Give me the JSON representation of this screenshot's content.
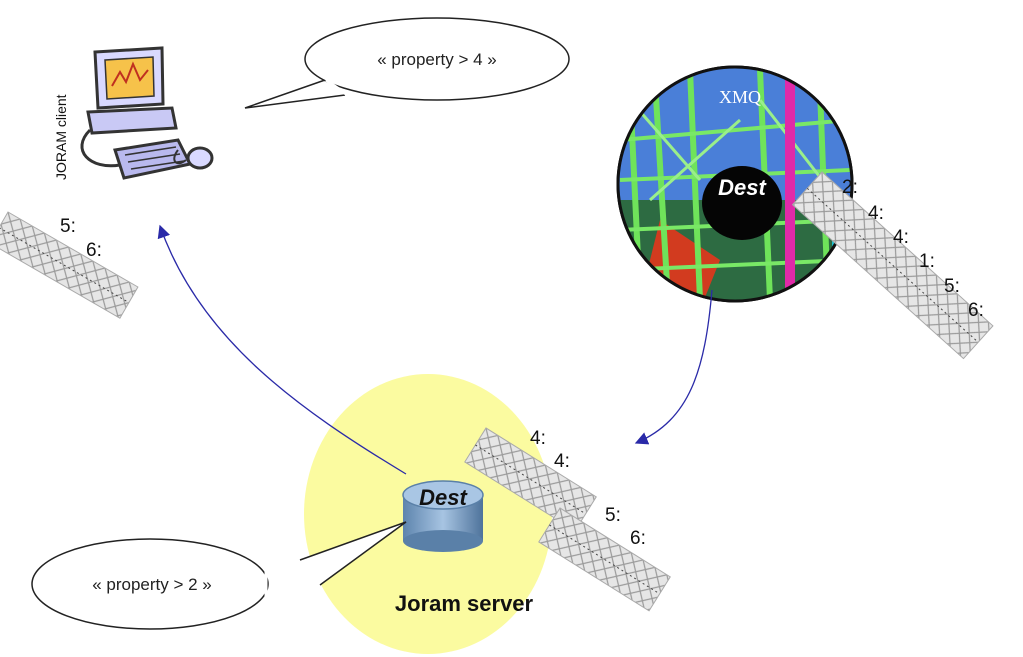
{
  "client": {
    "label": "JORAM client"
  },
  "client_bubble": {
    "text": "« property > 4 »"
  },
  "client_messages": [
    "5:",
    "6:"
  ],
  "xmq": {
    "label": "XMQ",
    "dest_label": "Dest"
  },
  "xmq_messages": [
    "2:",
    "4:",
    "4:",
    "1:",
    "5:",
    "6:"
  ],
  "server": {
    "label": "Joram server",
    "dest_label": "Dest"
  },
  "server_bubble": {
    "text": "« property > 2 »"
  },
  "server_messages_a": [
    "4:",
    "4:"
  ],
  "server_messages_b": [
    "5:",
    "6:"
  ],
  "colors": {
    "server_circle": "#fbfba0",
    "arrow": "#2a2aa8",
    "dest_cylinder": "#7fa3c8"
  }
}
